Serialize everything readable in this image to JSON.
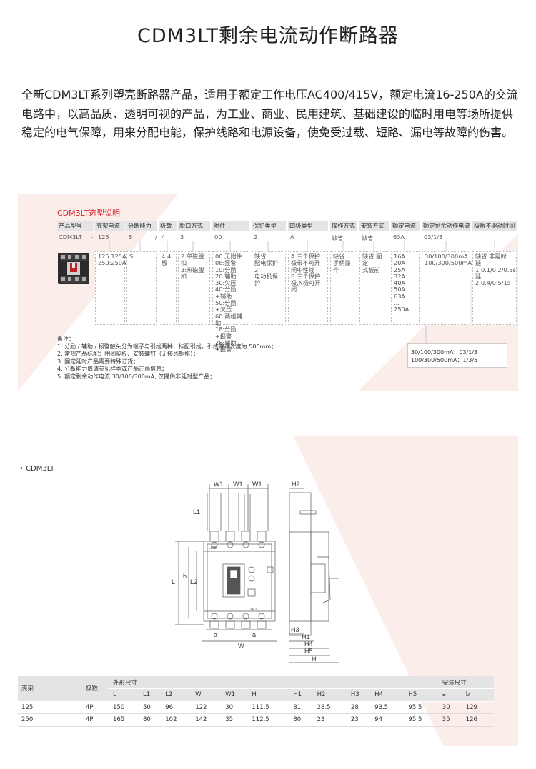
{
  "title": "CDM3LT剩余电流动作断路器",
  "intro": "全新CDM3LT系列塑壳断路器产品，适用于额定工作电压AC400/415V，额定电流16-250A的交流电路中，以高品质、透明可视的产品，为工业、商业、民用建筑、基础建设的临时用电等场所提供稳定的电气保障，用来分配电能，保护线路和电源设备，使免受过载、短路、漏电等故障的伤害。",
  "selection": {
    "title": "CDM3LT选型说明",
    "headers": [
      "产品型号",
      "壳架电流",
      "分断能力",
      "极数",
      "脱口方式",
      "附件",
      "保护类型",
      "四极类型",
      "操作方式",
      "安装方式",
      "额定电流",
      "额定剩余动作电流",
      "极限不驱动时间"
    ],
    "example": [
      "CDM3LT",
      "125",
      "S",
      "4",
      "3",
      "00",
      "2",
      "A",
      "缺省",
      "缺省",
      "63A",
      "03/1/3",
      ""
    ],
    "seps": [
      "-",
      "/"
    ],
    "options": {
      "frame": [
        "125:125A",
        "250:250A"
      ],
      "breaking": [
        "S"
      ],
      "poles": [
        "4:4极"
      ],
      "release": [
        "2:单磁脱扣",
        "3:热磁脱扣"
      ],
      "accessory": [
        "00:无附件",
        "08:报警",
        "10:分励",
        "20:辅助",
        "30:欠压",
        "40:分励+辅助",
        "50:分励+欠压",
        "60:两组辅助",
        "18:分励+报警",
        "28:辅助+报警"
      ],
      "protection": [
        "缺省:",
        "配电保护",
        "2:",
        "电动机保护"
      ],
      "fourpole": [
        "A:三个保护",
        "极带不可开",
        "闭中性线",
        "B:三个保护",
        "极,N极可开闭"
      ],
      "operation": [
        "缺省:",
        "手柄操作"
      ],
      "mounting": [
        "缺省:固定",
        "式板前"
      ],
      "current": [
        "16A",
        "20A",
        "25A",
        "32A",
        "40A",
        "50A",
        "63A",
        "...",
        "250A"
      ],
      "residual": [
        "30/100/300mA",
        "100/300/500mA"
      ],
      "nodrive": [
        "缺省:非延时",
        "延1:0.1/0.2/0.3s",
        "延2:0.4/0.5/1s"
      ]
    },
    "notes_title": "备注：",
    "notes": [
      "1. 分励 / 辅助 / 报警触头分为端子与引线两种，标配引线，引线默认长度为 500mm；",
      "2. 常规产品标配：相间隔板、安装螺钉（无接线铜排）；",
      "3. 固定延时产品需要特殊订货；",
      "4. 分断能力值请参见样本或产品正面信息；",
      "5. 额定剩余动作电流 30/100/300mA, 仅提供非延时型产品；"
    ],
    "code_map": [
      "30/100/300mA：03/1/3",
      "100/300/500mA：1/3/5"
    ]
  },
  "diagram": {
    "label": "CDM3LT",
    "dims_top": [
      "W1",
      "W1",
      "W1",
      "H2"
    ],
    "dims_left": [
      "L1",
      "L",
      "L2",
      "b"
    ],
    "dims_bottom": [
      "a",
      "a",
      "W"
    ],
    "dims_side": [
      "H3",
      "H1",
      "H4",
      "H5",
      "H"
    ],
    "device_text": [
      "LINE",
      "LOAD"
    ]
  },
  "dims_table": {
    "group_outer": "外形尺寸",
    "group_mount": "安装尺寸",
    "col_frame": "壳架",
    "col_poles": "极数",
    "columns": [
      "L",
      "L1",
      "L2",
      "W",
      "W1",
      "H",
      "H1",
      "H2",
      "H3",
      "H4",
      "H5",
      "a",
      "b"
    ],
    "rows": [
      {
        "frame": "125",
        "poles": "4P",
        "values": [
          "150",
          "50",
          "96",
          "122",
          "30",
          "111.5",
          "81",
          "28.5",
          "28",
          "93.5",
          "95.5",
          "30",
          "129"
        ]
      },
      {
        "frame": "250",
        "poles": "4P",
        "values": [
          "165",
          "80",
          "102",
          "142",
          "35",
          "112.5",
          "80",
          "23",
          "23",
          "94",
          "95.5",
          "35",
          "126"
        ]
      }
    ]
  }
}
